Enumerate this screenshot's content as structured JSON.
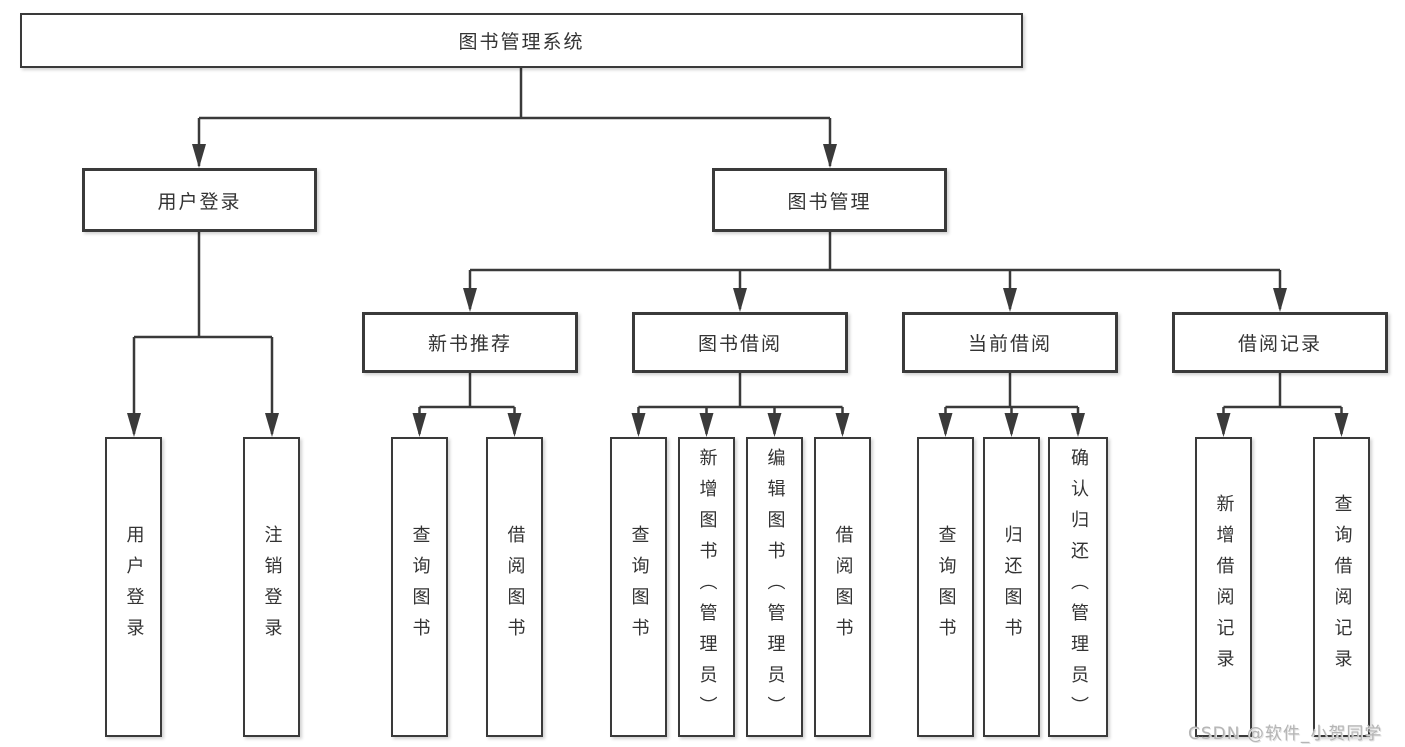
{
  "diagram": {
    "root": {
      "label": "图书管理系统",
      "children": [
        {
          "label": "用户登录",
          "children": [
            {
              "label": "用户登录"
            },
            {
              "label": "注销登录"
            }
          ]
        },
        {
          "label": "图书管理",
          "children": [
            {
              "label": "新书推荐",
              "children": [
                {
                  "label": "查询图书"
                },
                {
                  "label": "借阅图书"
                }
              ]
            },
            {
              "label": "图书借阅",
              "children": [
                {
                  "label": "查询图书"
                },
                {
                  "label": "新增图书（管理员）"
                },
                {
                  "label": "编辑图书（管理员）"
                },
                {
                  "label": "借阅图书"
                }
              ]
            },
            {
              "label": "当前借阅",
              "children": [
                {
                  "label": "查询图书"
                },
                {
                  "label": "归还图书"
                },
                {
                  "label": "确认归还（管理员）"
                }
              ]
            },
            {
              "label": "借阅记录",
              "children": [
                {
                  "label": "新增借阅记录"
                },
                {
                  "label": "查询借阅记录"
                }
              ]
            }
          ]
        }
      ]
    }
  },
  "watermark": {
    "text": "CSDN @软件_小贺同学"
  },
  "colors": {
    "line": "#3a3a3a",
    "text": "#333333",
    "box_border": "#3a3a3a",
    "watermark": "#b5b5b5",
    "background": "#ffffff"
  }
}
